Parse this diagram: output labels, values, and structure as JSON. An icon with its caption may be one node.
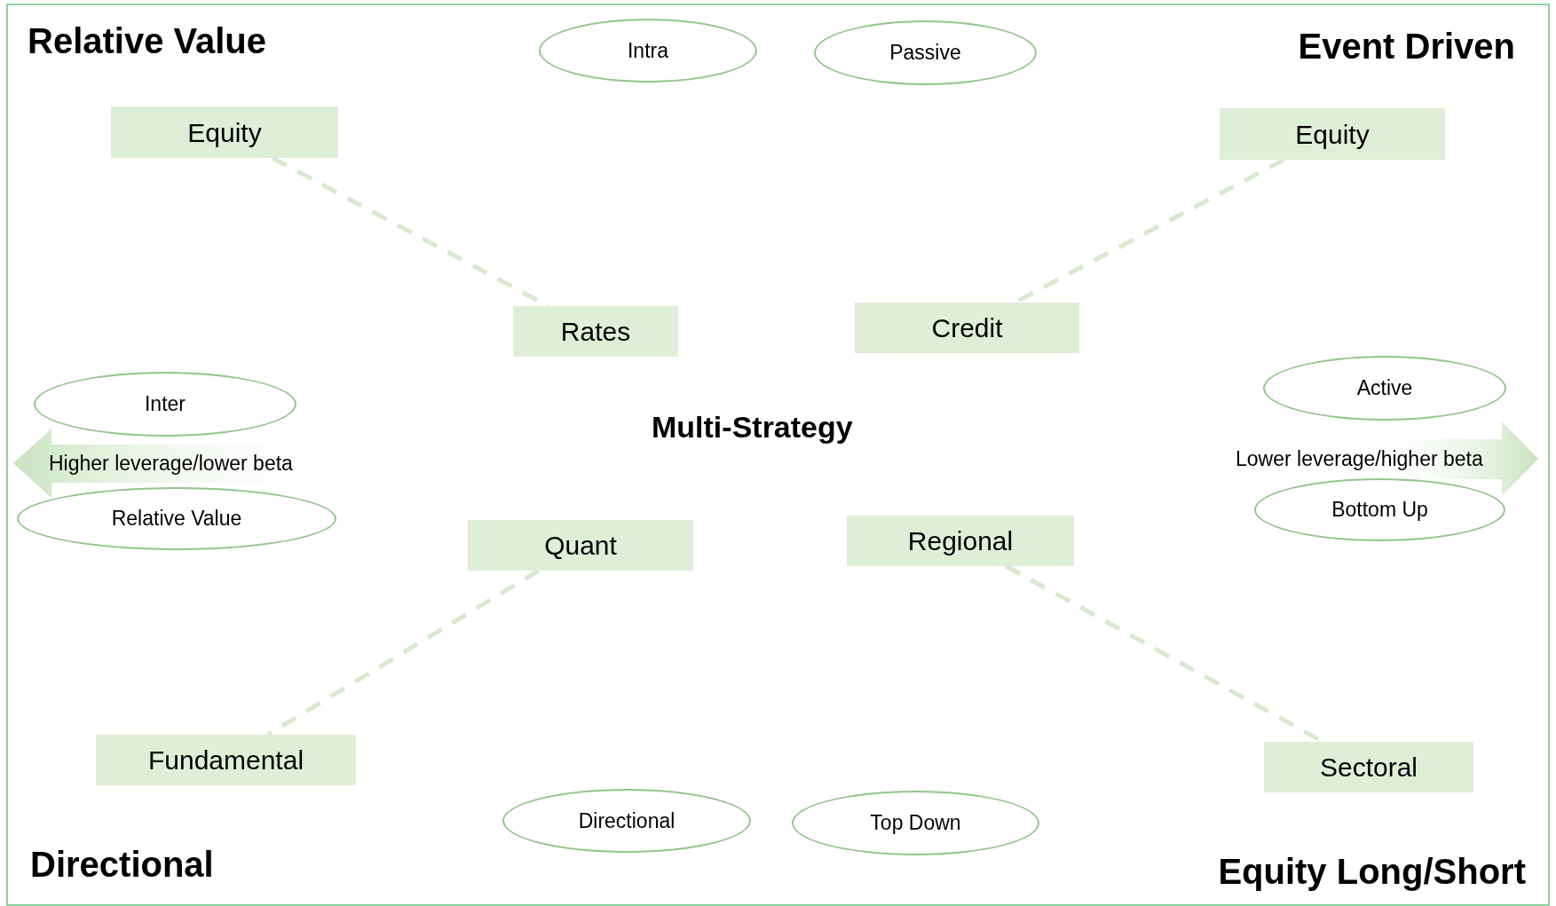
{
  "diagram": {
    "nodes": [
      {
        "text": [
          "Intra"
        ]
      },
      {
        "text": [
          "Passive"
        ]
      },
      {
        "text": [
          "Equity"
        ]
      },
      {
        "text": [
          "Equity"
        ]
      },
      {
        "text": [
          "Credit"
        ]
      },
      {
        "text": [
          "Rates"
        ]
      },
      {
        "text": [
          "Active"
        ]
      },
      {
        "text": [
          "Inter"
        ]
      },
      {
        "text": [
          "Relative Value"
        ]
      },
      {
        "text": [
          "Bottom Up"
        ]
      },
      {
        "text": [
          "Regional"
        ]
      },
      {
        "text": [
          "Quant"
        ]
      },
      {
        "text": [
          "Fundamental"
        ]
      },
      {
        "text": [
          "Sectoral"
        ]
      },
      {
        "text": [
          "Directional"
        ]
      },
      {
        "text": [
          "Top Down"
        ]
      },
      {
        "text": [
          "Higher leverage/lower beta"
        ]
      },
      {
        "text": [
          "Lower leverage/higher beta"
        ]
      }
    ],
    "edges": [
      {
        "from": 2,
        "to": 5,
        "arrow": "none",
        "style": "dashed"
      },
      {
        "from": 3,
        "to": 4,
        "arrow": "none",
        "style": "dashed"
      },
      {
        "from": 11,
        "to": 12,
        "arrow": "none",
        "style": "dashed"
      },
      {
        "from": 10,
        "to": 13,
        "arrow": "none",
        "style": "dashed"
      }
    ],
    "labels": [
      "Relative Value",
      "Event Driven",
      "Multi-Strategy",
      "Directional",
      "Equity Long/Short"
    ]
  }
}
